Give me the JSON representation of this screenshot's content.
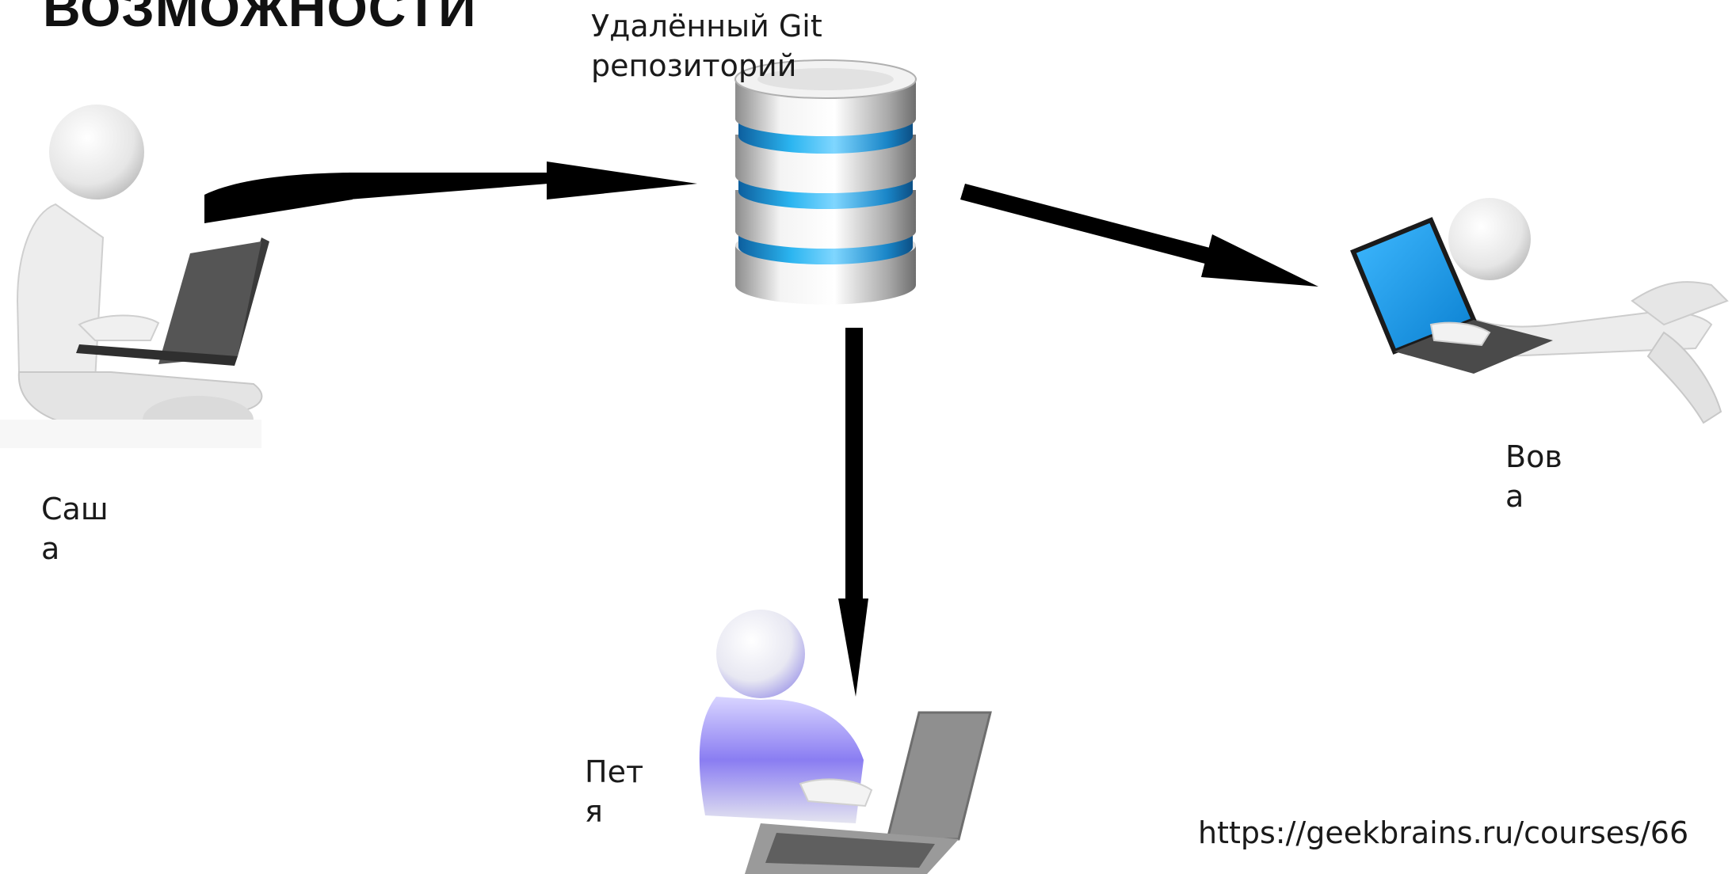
{
  "title": "ВОЗМОЖНОСТИ",
  "server": {
    "label_line1": "Удалённый Git",
    "label_line2": "репозиторий",
    "icon": "database-server-icon",
    "accent_color": "#1aa3e8"
  },
  "users": {
    "sasha": {
      "line1": "Саш",
      "line2": "а"
    },
    "vova": {
      "line1": "Вов",
      "line2": "а"
    },
    "petya": {
      "line1": "Пет",
      "line2": "я"
    }
  },
  "url": "https://geekbrains.ru/courses/66",
  "colors": {
    "arrow": "#000000",
    "figure": "#e9e9e9",
    "figure_shadow": "#c4c4c4",
    "laptop_dark": "#3a3a3a",
    "laptop_gray": "#8a8a8a",
    "screen_blue": "#1f9fe6",
    "petya_glow": "#7b6cf0"
  }
}
